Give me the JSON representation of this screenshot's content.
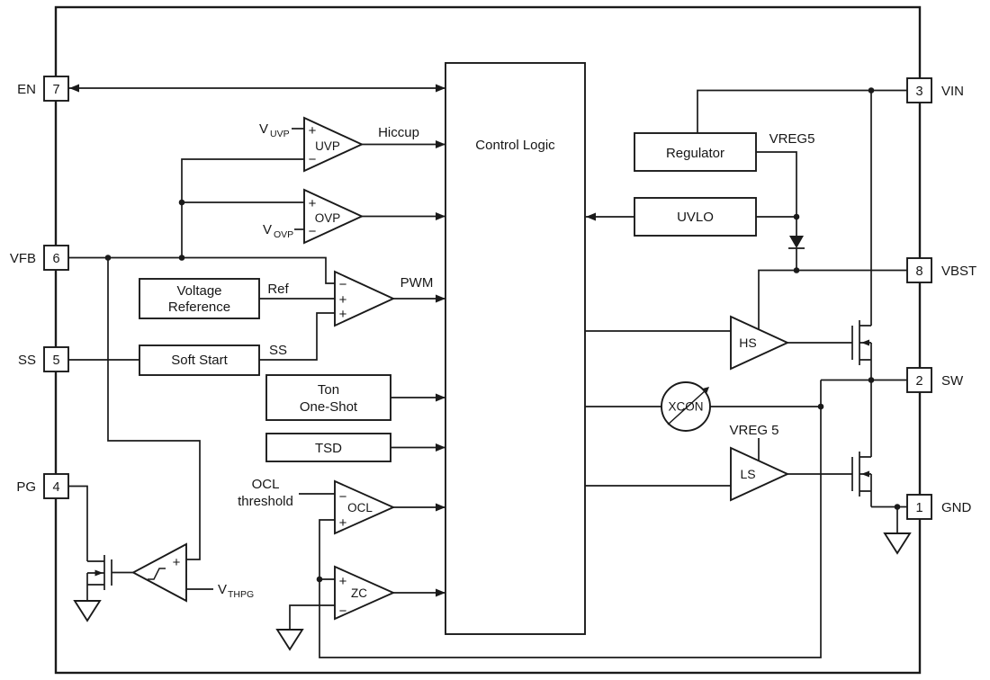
{
  "pins": {
    "en": {
      "label": "EN",
      "number": "7"
    },
    "vfb": {
      "label": "VFB",
      "number": "6"
    },
    "ss": {
      "label": "SS",
      "number": "5"
    },
    "pg": {
      "label": "PG",
      "number": "4"
    },
    "vin": {
      "label": "VIN",
      "number": "3"
    },
    "vbst": {
      "label": "VBST",
      "number": "8"
    },
    "sw": {
      "label": "SW",
      "number": "2"
    },
    "gnd": {
      "label": "GND",
      "number": "1"
    }
  },
  "blocks": {
    "control_logic": "Control Logic",
    "regulator": "Regulator",
    "uvlo": "UVLO",
    "voltage_reference": {
      "line1": "Voltage",
      "line2": "Reference"
    },
    "soft_start": "Soft Start",
    "ton_one_shot": {
      "line1": "Ton",
      "line2": "One-Shot"
    },
    "tsd": "TSD"
  },
  "comparators": {
    "uvp": "UVP",
    "ovp": "OVP",
    "ocl": "OCL",
    "zc": "ZC"
  },
  "drivers": {
    "hs": "HS",
    "ls": "LS",
    "xcon": "XCON"
  },
  "signals": {
    "hiccup": "Hiccup",
    "pwm": "PWM",
    "ref": "Ref",
    "ss": "SS",
    "vreg5": "VREG5",
    "vreg5_ls": "VREG 5",
    "ocl_threshold": {
      "line1": "OCL",
      "line2": "threshold"
    },
    "v_uvp": {
      "base": "V",
      "sub": "UVP"
    },
    "v_ovp": {
      "base": "V",
      "sub": "OVP"
    },
    "v_thpg": {
      "base": "V",
      "sub": "THPG"
    }
  },
  "symbols": {
    "plus": "+",
    "minus": "−"
  }
}
